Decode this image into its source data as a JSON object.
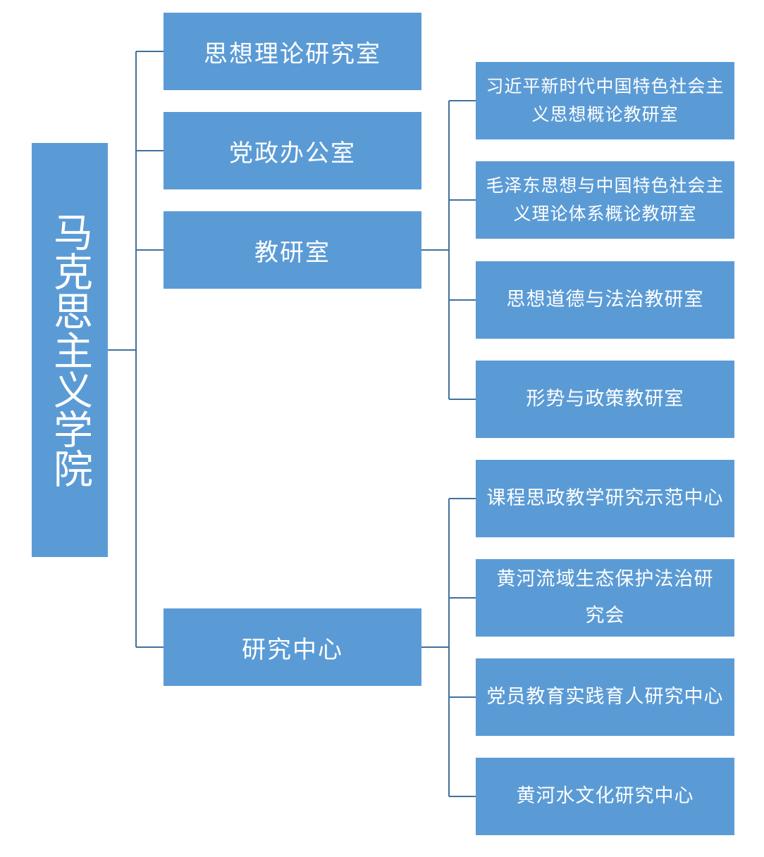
{
  "root": {
    "label": "马克思主义学院"
  },
  "level1": [
    {
      "id": "theory",
      "label": "思想理论研究室"
    },
    {
      "id": "office",
      "label": "党政办公室"
    },
    {
      "id": "teaching",
      "label": "教研室"
    },
    {
      "id": "research",
      "label": "研究中心"
    }
  ],
  "teaching_children": [
    {
      "label": "习近平新时代中国特色社会主义思想概论教研室"
    },
    {
      "label": "毛泽东思想与中国特色社会主义理论体系概论教研室"
    },
    {
      "label": "思想道德与法治教研室"
    },
    {
      "label": "形势与政策教研室"
    }
  ],
  "research_children": [
    {
      "label": "课程思政教学研究示范中心"
    },
    {
      "label": "黄河流域生态保护法治研究会"
    },
    {
      "label": "党员教育实践育人研究中心"
    },
    {
      "label": "黄河水文化研究中心"
    }
  ],
  "colors": {
    "box": "#5b9bd5",
    "line": "#41719c",
    "text": "#ffffff"
  }
}
